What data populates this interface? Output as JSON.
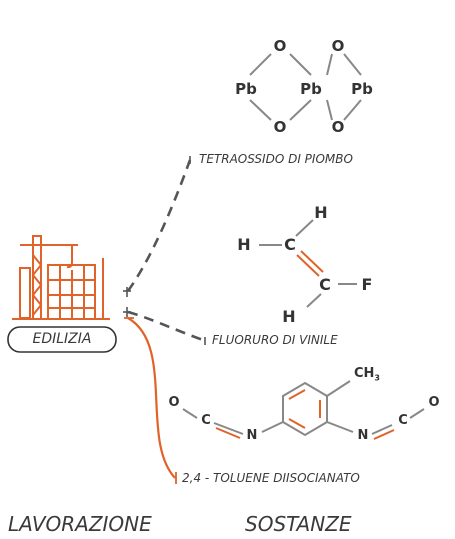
{
  "colors": {
    "accent": "#e0632a",
    "dark": "#333333",
    "grey": "#888888",
    "text": "#3a3a3a",
    "dash": "#555555"
  },
  "icons": {
    "source": "building-crane-icon"
  },
  "source": {
    "label": "EDILIZIA"
  },
  "substances": [
    {
      "label": "TETRAOSSIDO DI PIOMBO"
    },
    {
      "label": "FLUORURO DI VINILE"
    },
    {
      "label": "2,4 - TOLUENE DIISOCIANATO"
    }
  ],
  "molecules": {
    "lead_oxide": {
      "o1": "O",
      "o2": "O",
      "o3": "O",
      "o4": "O",
      "pb1": "Pb",
      "pb2": "Pb",
      "pb3": "Pb"
    },
    "vinyl_fluoride": {
      "h1": "H",
      "h2": "H",
      "h3": "H",
      "c1": "C",
      "c2": "C",
      "f": "F"
    },
    "tdi": {
      "o1": "O",
      "c1": "C",
      "n1": "N",
      "n2": "N",
      "c2": "C",
      "o2": "O",
      "ch3": "CH",
      "ch3_sub": "3"
    }
  },
  "footer": {
    "left": "LAVORAZIONE",
    "right": "SOSTANZE"
  }
}
